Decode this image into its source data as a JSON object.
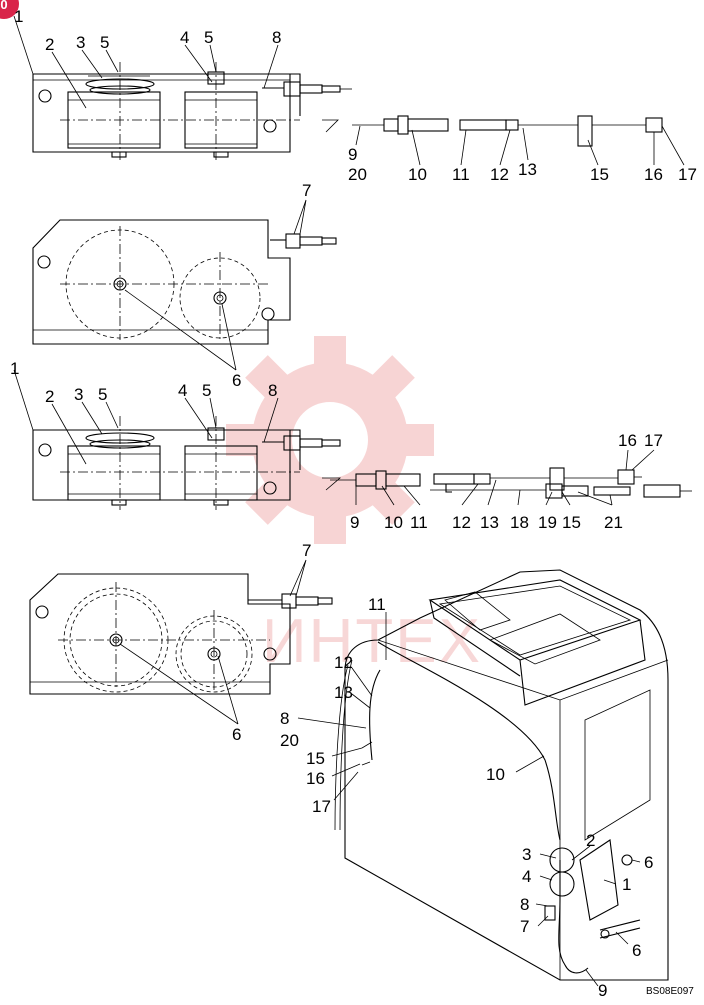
{
  "drawing_ref": "BS08E097",
  "corner_badge": "0",
  "watermark": {
    "text": "ИНТЕХ",
    "color": "#f2a8a8"
  },
  "callouts": {
    "p1": [
      "1",
      "2",
      "3",
      "5",
      "4",
      "5",
      "8"
    ],
    "p1_cable": [
      "9",
      "20",
      "10",
      "11",
      "12",
      "13",
      "15",
      "16",
      "17"
    ],
    "p2": [
      "7",
      "6"
    ],
    "p3": [
      "1",
      "2",
      "3",
      "5",
      "4",
      "5",
      "8"
    ],
    "p3_cable": [
      "16",
      "17",
      "9",
      "10",
      "11",
      "12",
      "13",
      "18",
      "19",
      "15",
      "21"
    ],
    "p4": [
      "7",
      "6"
    ],
    "cab": [
      "11",
      "12",
      "13",
      "8",
      "20",
      "15",
      "16",
      "17",
      "10",
      "3",
      "2",
      "6",
      "4",
      "1",
      "8",
      "7",
      "6",
      "9"
    ]
  }
}
